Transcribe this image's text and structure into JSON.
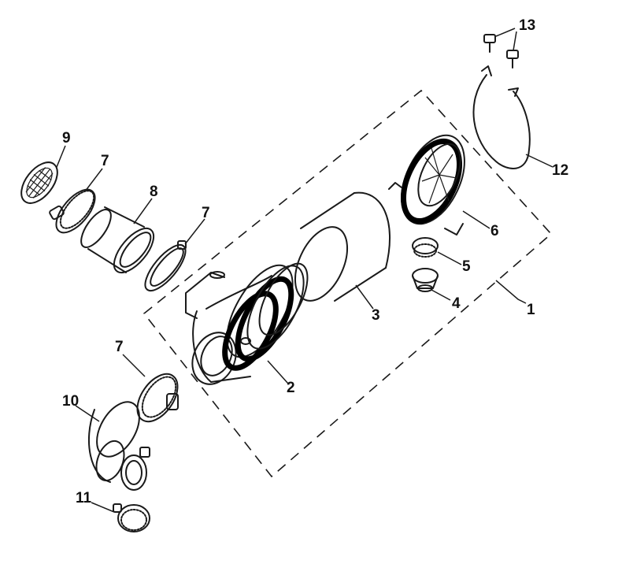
{
  "callouts": [
    {
      "id": "1",
      "label": "1"
    },
    {
      "id": "2",
      "label": "2"
    },
    {
      "id": "3",
      "label": "3"
    },
    {
      "id": "4",
      "label": "4"
    },
    {
      "id": "5",
      "label": "5"
    },
    {
      "id": "6",
      "label": "6"
    },
    {
      "id": "7a",
      "label": "7"
    },
    {
      "id": "7b",
      "label": "7"
    },
    {
      "id": "7c",
      "label": "7"
    },
    {
      "id": "8",
      "label": "8"
    },
    {
      "id": "9",
      "label": "9"
    },
    {
      "id": "10",
      "label": "10"
    },
    {
      "id": "11",
      "label": "11"
    },
    {
      "id": "12",
      "label": "12"
    },
    {
      "id": "13",
      "label": "13"
    }
  ],
  "colors": {
    "ink": "#1a1a1a",
    "background": "#ffffff"
  }
}
